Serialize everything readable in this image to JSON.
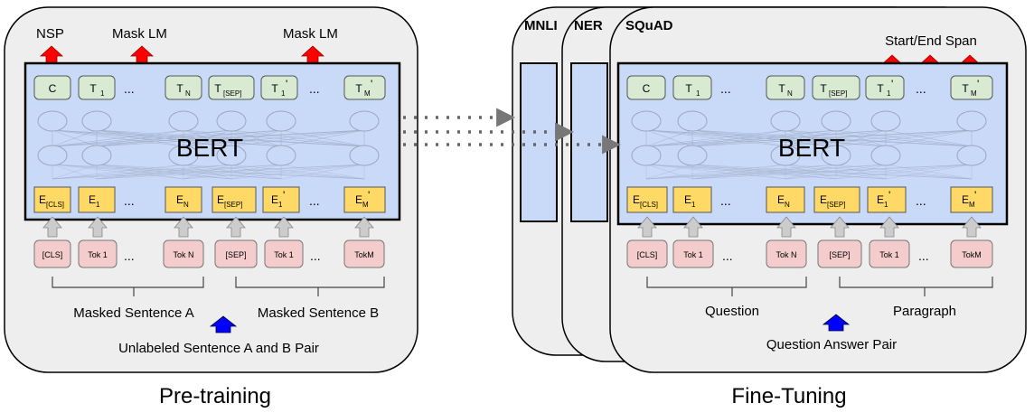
{
  "pretraining": {
    "caption": "Pre-training",
    "outputs": {
      "nsp": "NSP",
      "mask_lm_1": "Mask LM",
      "mask_lm_2": "Mask LM"
    },
    "model": "BERT",
    "t_cells": [
      "C",
      "T",
      "T",
      "T",
      "T",
      "T"
    ],
    "t_subs": [
      "",
      "1",
      "N",
      "[SEP]",
      "1",
      "M"
    ],
    "t_primes": [
      "",
      "",
      "",
      "",
      "'",
      "'"
    ],
    "e_cells": [
      "E",
      "E",
      "E",
      "E",
      "E",
      "E"
    ],
    "e_subs": [
      "[CLS]",
      "1",
      "N",
      "[SEP]",
      "1",
      "M"
    ],
    "e_primes": [
      "",
      "",
      "",
      "",
      "'",
      "'"
    ],
    "tokens": [
      "[CLS]",
      "Tok 1",
      "Tok N",
      "[SEP]",
      "Tok 1",
      "TokM"
    ],
    "ellipsis": "...",
    "sentence_a": "Masked Sentence A",
    "sentence_b": "Masked Sentence B",
    "pair": "Unlabeled Sentence A and B Pair"
  },
  "finetuning": {
    "caption": "Fine-Tuning",
    "tasks": [
      "MNLI",
      "NER",
      "SQuAD"
    ],
    "output": "Start/End Span",
    "model": "BERT",
    "t_cells": [
      "C",
      "T",
      "T",
      "T",
      "T",
      "T"
    ],
    "t_subs": [
      "",
      "1",
      "N",
      "[SEP]",
      "1",
      "M"
    ],
    "t_primes": [
      "",
      "",
      "",
      "",
      "'",
      "'"
    ],
    "e_cells": [
      "E",
      "E",
      "E",
      "E",
      "E",
      "E"
    ],
    "e_subs": [
      "[CLS]",
      "1",
      "N",
      "[SEP]",
      "1",
      "M"
    ],
    "e_primes": [
      "",
      "",
      "",
      "",
      "'",
      "'"
    ],
    "tokens": [
      "[CLS]",
      "Tok 1",
      "Tok N",
      "[SEP]",
      "Tok 1",
      "TokM"
    ],
    "ellipsis": "...",
    "question": "Question",
    "paragraph": "Paragraph",
    "pair": "Question Answer Pair"
  },
  "colors": {
    "panel_fill": "#eeeeee",
    "bert_fill": "#c9daf8",
    "t_box": "#d9ead3",
    "e_box": "#ffd966",
    "tok_box": "#f4cccc",
    "red_arrow": "#ff0000",
    "blue_arrow": "#0000ff",
    "gray_arrow": "#aaaaaa",
    "dotted": "#666666"
  },
  "icons": [
    "red-up-arrow-icon",
    "blue-up-arrow-icon",
    "gray-up-arrow-icon",
    "dotted-arrow-icon"
  ]
}
